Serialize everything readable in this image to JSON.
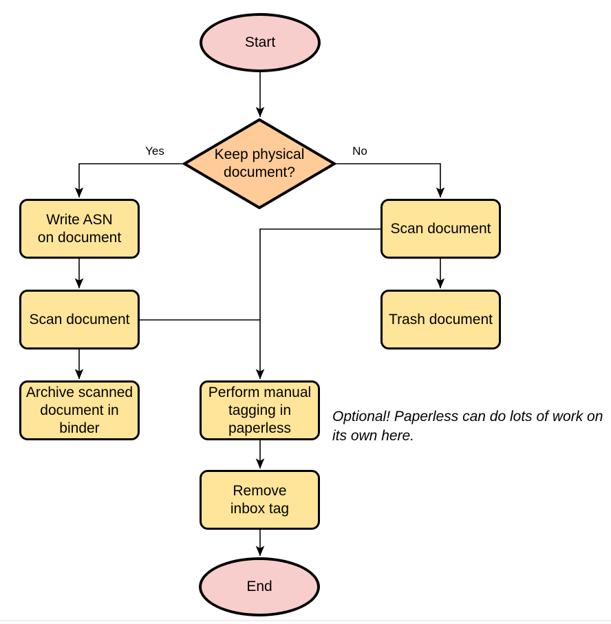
{
  "nodes": {
    "start": {
      "label": "Start",
      "type": "terminal"
    },
    "decision": {
      "label": "Keep physical\ndocument?",
      "type": "decision"
    },
    "write_asn": {
      "label": "Write ASN\non document",
      "type": "process"
    },
    "scan_left": {
      "label": "Scan document",
      "type": "process"
    },
    "archive": {
      "label": "Archive scanned\ndocument in\nbinder",
      "type": "process"
    },
    "scan_right": {
      "label": "Scan document",
      "type": "process"
    },
    "trash": {
      "label": "Trash document",
      "type": "process"
    },
    "tagging": {
      "label": "Perform manual\ntagging in\npaperless",
      "type": "process"
    },
    "remove_inbox": {
      "label": "Remove\ninbox tag",
      "type": "process"
    },
    "end": {
      "label": "End",
      "type": "terminal"
    }
  },
  "edge_labels": {
    "yes": "Yes",
    "no": "No"
  },
  "annotation": {
    "text": "Optional! Paperless can do lots of work on\nits own here."
  },
  "colors": {
    "terminal_fill": "#F8CECC",
    "decision_fill": "#FFCC99",
    "process_fill": "#FFE599",
    "stroke": "#000000"
  }
}
